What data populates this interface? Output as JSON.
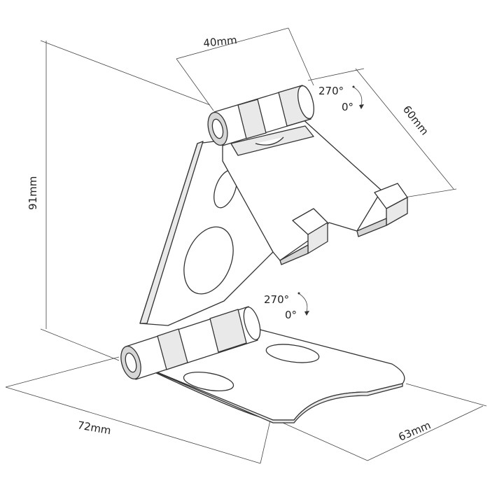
{
  "diagram": {
    "dimensions": {
      "width_top": "40mm",
      "depth_top": "60mm",
      "height": "91mm",
      "width_base": "72mm",
      "depth_base": "63mm"
    },
    "rotation_top": {
      "max": "270°",
      "min": "0°"
    },
    "rotation_bottom": {
      "max": "270°",
      "min": "0°"
    }
  }
}
